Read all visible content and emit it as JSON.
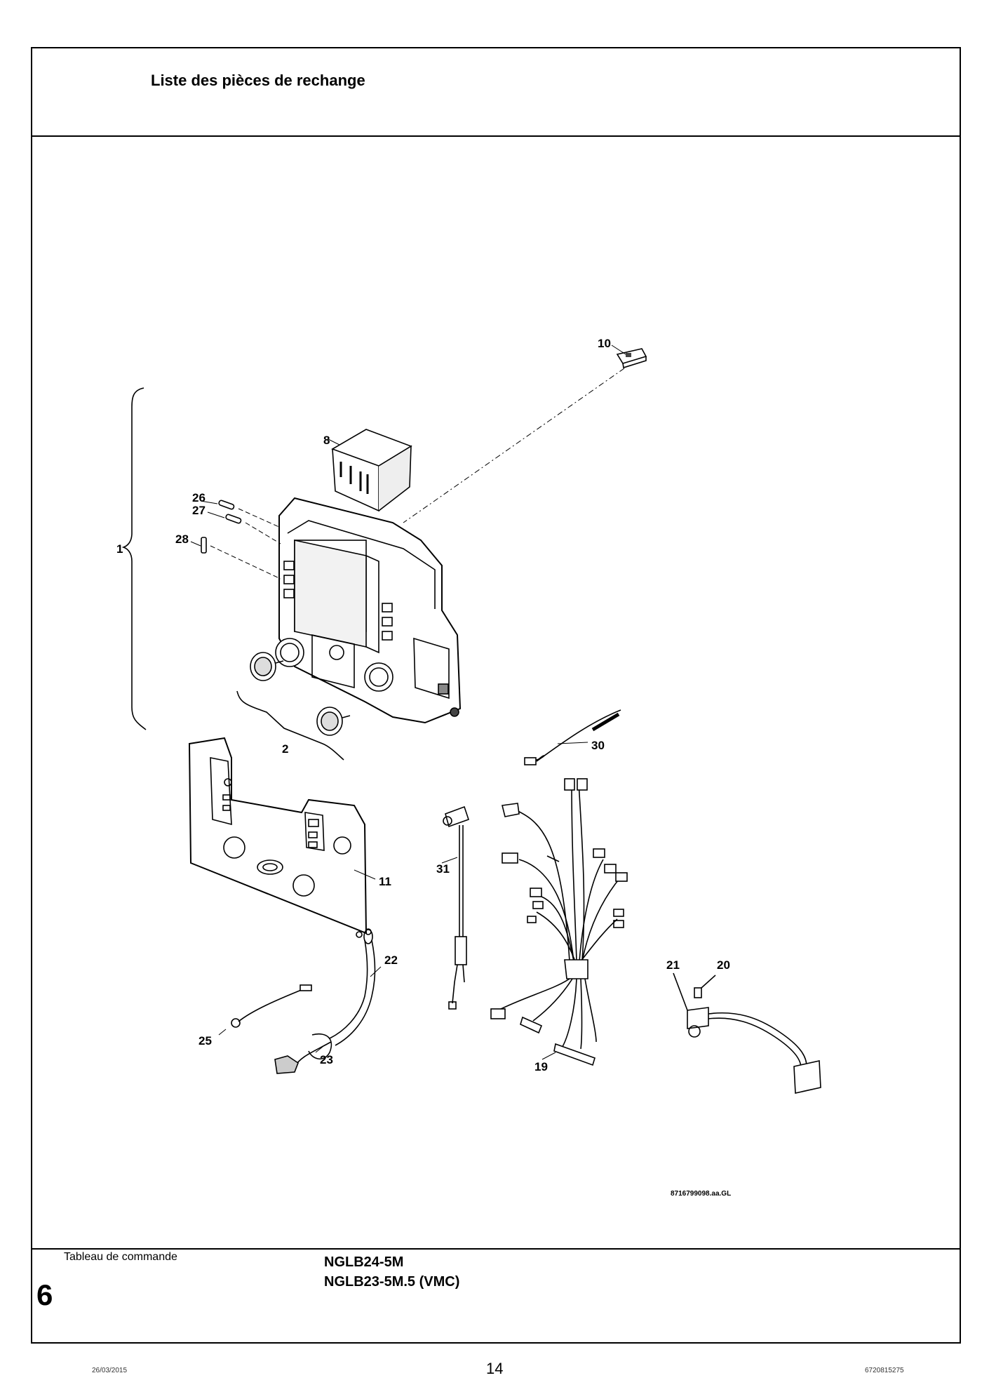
{
  "header": {
    "title": "Liste des pièces de rechange"
  },
  "footer_block": {
    "section_name": "Tableau de commande",
    "section_number": "6",
    "models": [
      "NGLB24-5M",
      "NGLB23-5M.5 (VMC)"
    ]
  },
  "drawing": {
    "reference": "8716799098.aa.GL",
    "callouts": {
      "c1": "1",
      "c2": "2",
      "c8": "8",
      "c10": "10",
      "c11": "11",
      "c19": "19",
      "c20": "20",
      "c21": "21",
      "c22": "22",
      "c23": "23",
      "c25": "25",
      "c26": "26",
      "c27": "27",
      "c28": "28",
      "c30": "30",
      "c31": "31"
    }
  },
  "page_footer": {
    "date": "26/03/2015",
    "page_number": "14",
    "doc_code": "6720815275"
  }
}
